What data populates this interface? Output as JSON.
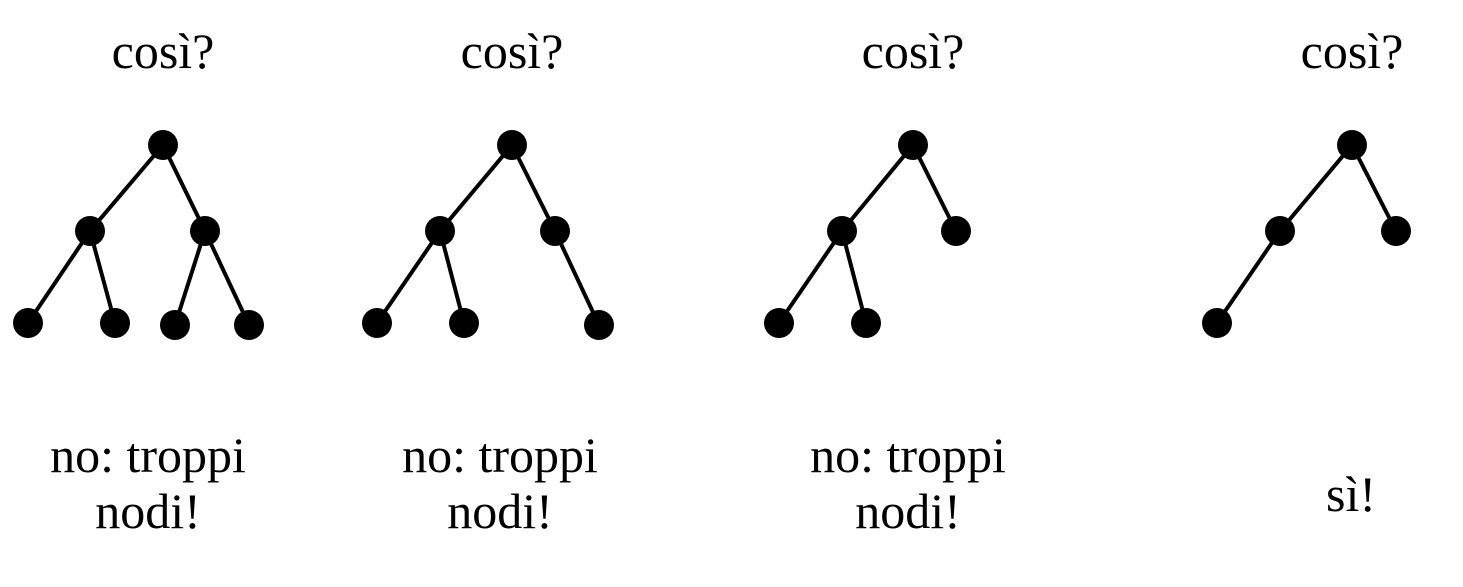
{
  "panels": [
    {
      "question": "così?",
      "verdict": [
        "no: troppi",
        "nodi!"
      ],
      "tree": {
        "nodes": [
          "root",
          "L",
          "R",
          "LL",
          "LR",
          "RL",
          "RR"
        ],
        "edges": [
          [
            "root",
            "L"
          ],
          [
            "root",
            "R"
          ],
          [
            "L",
            "LL"
          ],
          [
            "L",
            "LR"
          ],
          [
            "R",
            "RL"
          ],
          [
            "R",
            "RR"
          ]
        ]
      }
    },
    {
      "question": "così?",
      "verdict": [
        "no: troppi",
        "nodi!"
      ],
      "tree": {
        "nodes": [
          "root",
          "L",
          "R",
          "LL",
          "LR",
          "RR"
        ],
        "edges": [
          [
            "root",
            "L"
          ],
          [
            "root",
            "R"
          ],
          [
            "L",
            "LL"
          ],
          [
            "L",
            "LR"
          ],
          [
            "R",
            "RR"
          ]
        ]
      }
    },
    {
      "question": "così?",
      "verdict": [
        "no: troppi",
        "nodi!"
      ],
      "tree": {
        "nodes": [
          "root",
          "L",
          "R",
          "LL",
          "LR"
        ],
        "edges": [
          [
            "root",
            "L"
          ],
          [
            "root",
            "R"
          ],
          [
            "L",
            "LL"
          ],
          [
            "L",
            "LR"
          ]
        ]
      }
    },
    {
      "question": "così?",
      "verdict": [
        "sì!"
      ],
      "tree": {
        "nodes": [
          "root",
          "L",
          "R",
          "LL"
        ],
        "edges": [
          [
            "root",
            "L"
          ],
          [
            "root",
            "R"
          ],
          [
            "L",
            "LL"
          ]
        ]
      }
    }
  ],
  "colors": {
    "node": "#000000",
    "edge": "#000000",
    "background": "#ffffff"
  }
}
